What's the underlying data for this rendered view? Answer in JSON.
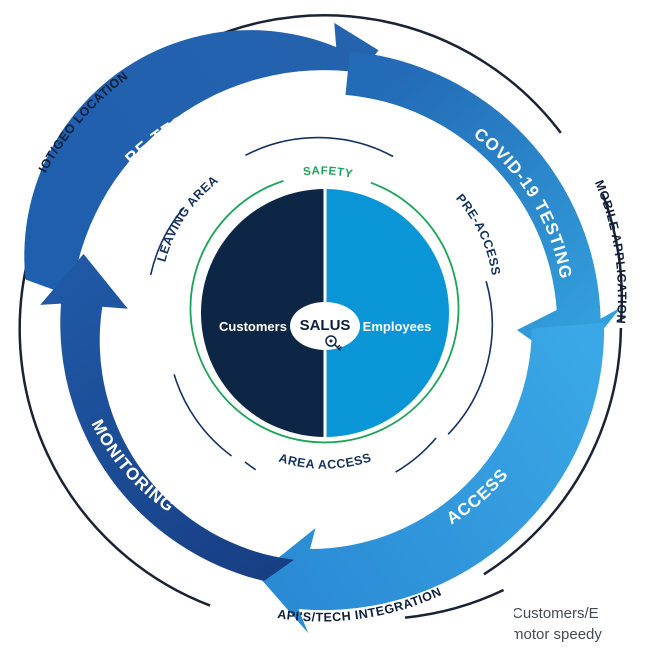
{
  "diagram": {
    "outer_labels": {
      "iot": "IOT/GEO LOCATION",
      "mobile": "MOBILE APPLICATION",
      "api": "API'S/TECH INTEGRATION"
    },
    "arrows": {
      "retesting": "RE-TESTING",
      "covid": "COVID-19 TESTING",
      "access": "ACCESS",
      "monitoring": "MONITORING"
    },
    "inner_labels": {
      "leaving": "LEAVING AREA",
      "preaccess": "PRE-ACCESS",
      "areaaccess": "AREA ACCESS",
      "safety": "SAFETY"
    },
    "center": {
      "left": "Customers",
      "right": "Employees",
      "logo": "SALUS"
    },
    "colors": {
      "dark_navy": "#0d2646",
      "bright_blue": "#0a96d6",
      "safety_green": "#1ca35a"
    }
  },
  "caption": {
    "line1": "Customers/E",
    "line2": "motor speedy"
  }
}
